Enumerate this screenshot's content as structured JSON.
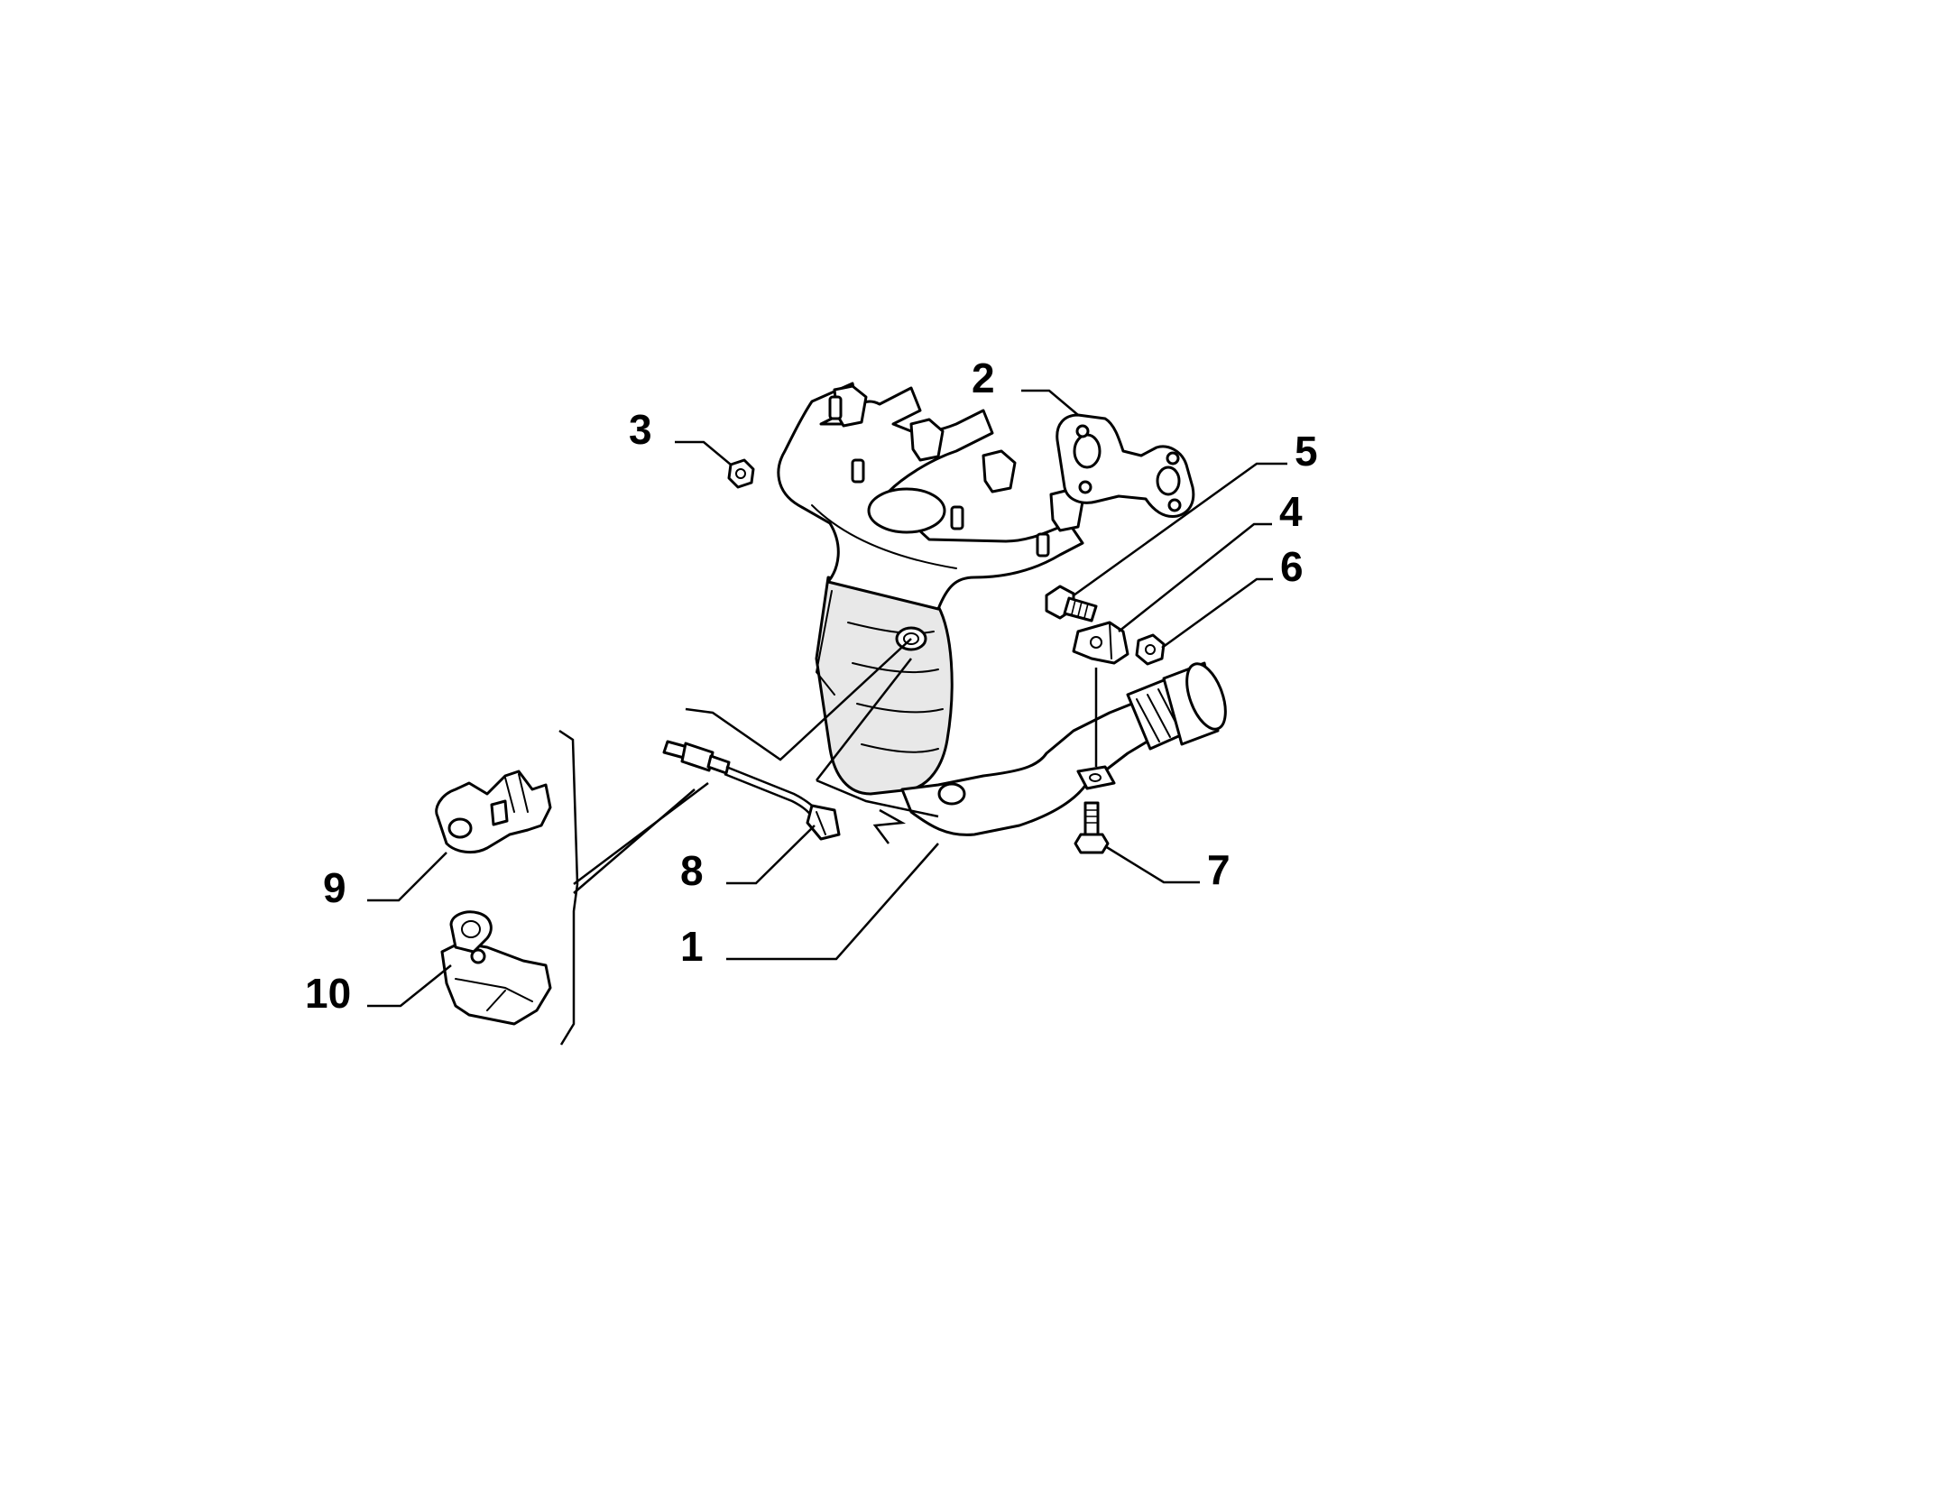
{
  "diagram": {
    "callouts": [
      {
        "id": "1",
        "label": "1"
      },
      {
        "id": "2",
        "label": "2"
      },
      {
        "id": "3",
        "label": "3"
      },
      {
        "id": "4",
        "label": "4"
      },
      {
        "id": "5",
        "label": "5"
      },
      {
        "id": "6",
        "label": "6"
      },
      {
        "id": "7",
        "label": "7"
      },
      {
        "id": "8",
        "label": "8"
      },
      {
        "id": "9",
        "label": "9"
      },
      {
        "id": "10",
        "label": "10"
      }
    ],
    "parts": [
      {
        "callout": "1",
        "icon": "exhaust-manifold-catalytic-converter-icon"
      },
      {
        "callout": "2",
        "icon": "manifold-gasket-icon"
      },
      {
        "callout": "3",
        "icon": "hex-nut-icon"
      },
      {
        "callout": "4",
        "icon": "mounting-bracket-icon"
      },
      {
        "callout": "5",
        "icon": "bolt-icon"
      },
      {
        "callout": "6",
        "icon": "hex-nut-icon"
      },
      {
        "callout": "7",
        "icon": "bolt-icon"
      },
      {
        "callout": "8",
        "icon": "oxygen-sensor-icon"
      },
      {
        "callout": "9",
        "icon": "sensor-bracket-icon"
      },
      {
        "callout": "10",
        "icon": "sensor-bracket-icon"
      }
    ]
  }
}
